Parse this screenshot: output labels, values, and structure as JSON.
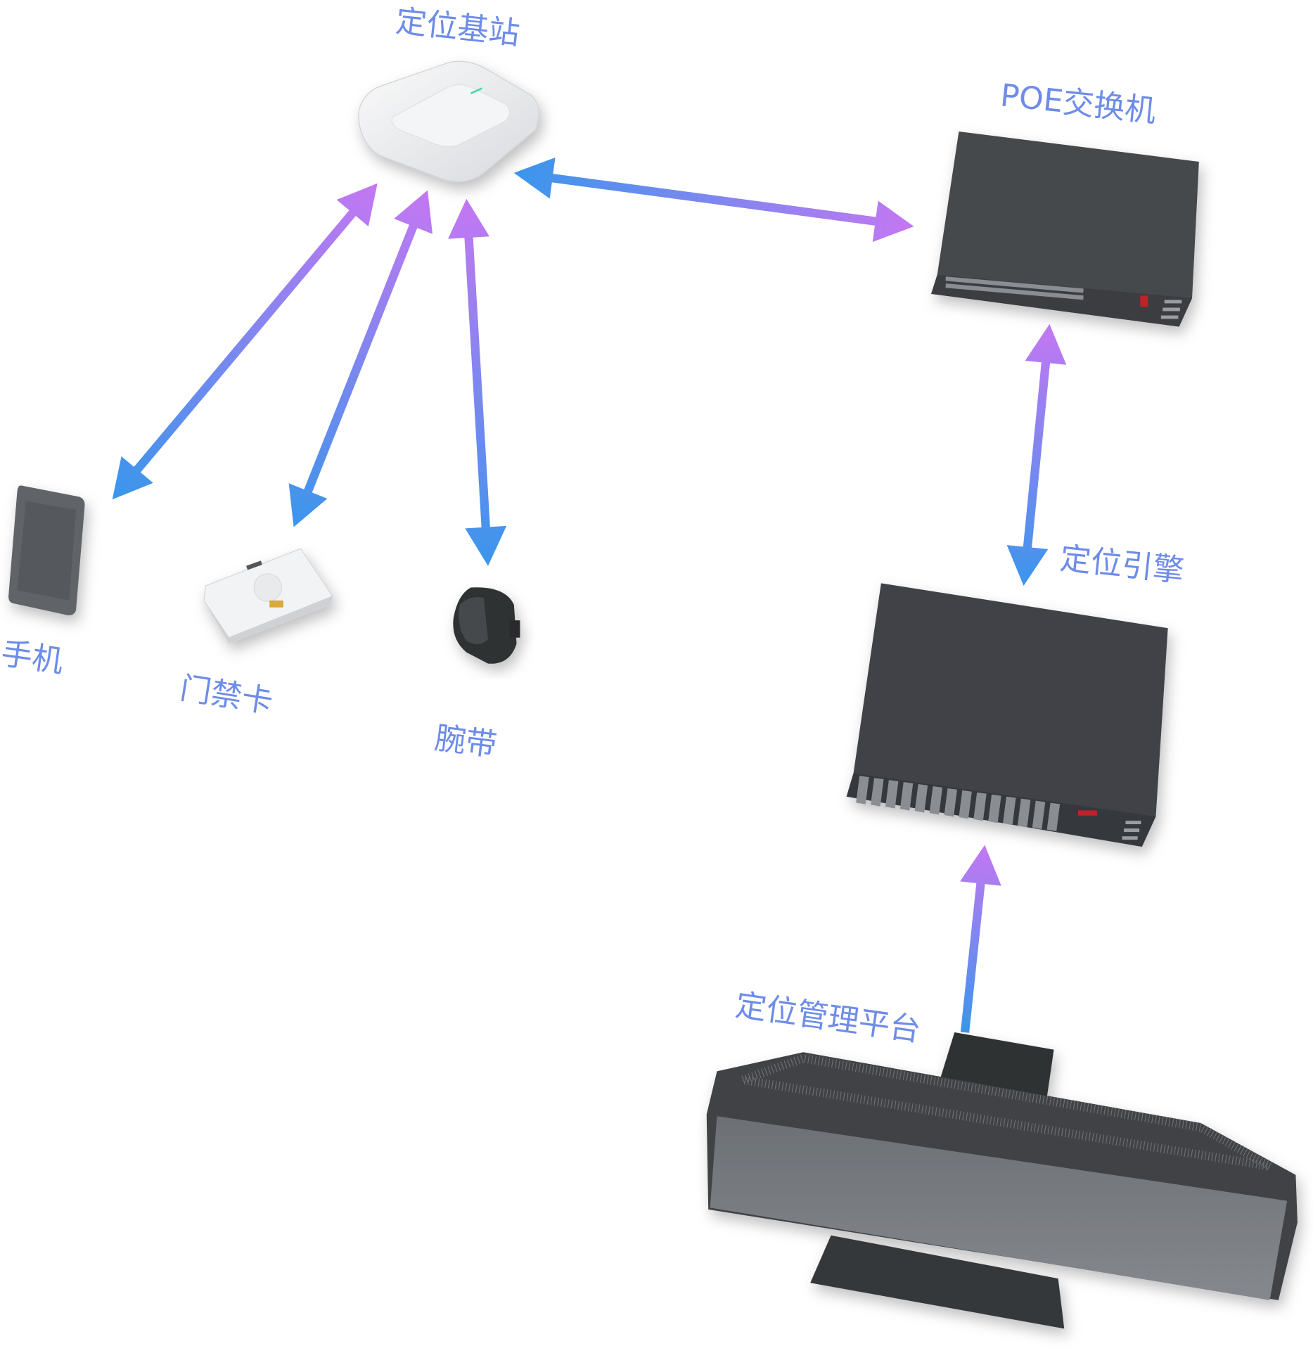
{
  "title": "定位系统架构",
  "nodes": {
    "base_station": "定位基站",
    "poe_switch": "POE交换机",
    "phone": "手机",
    "access_card": "门禁卡",
    "wristband": "腕带",
    "engine": "定位引擎",
    "platform": "定位管理平台"
  },
  "colors": {
    "label": "#6e8ce8",
    "arrow_blue": "#3a96ec",
    "arrow_purple": "#c477f2",
    "device_dark": "#43464a"
  }
}
